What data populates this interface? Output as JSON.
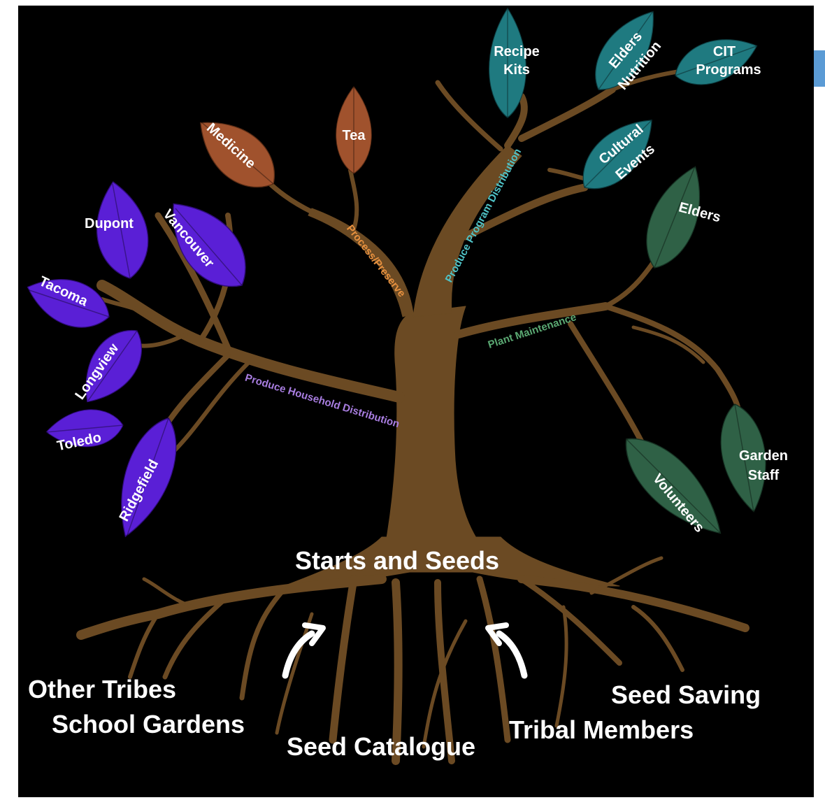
{
  "colors": {
    "background": "#000000",
    "trunk": "#6b4a23",
    "purple_leaf": "#5a1fd6",
    "brown_leaf": "#a0522d",
    "teal_leaf": "#1f7a80",
    "green_leaf": "#2f6146",
    "purple_text": "#a87de0",
    "orange_text": "#e8913f",
    "teal_text": "#4fc3c7",
    "green_text": "#5aa872",
    "accent_tab": "#5b9bd5"
  },
  "trunk_label": "Starts and Seeds",
  "branches": {
    "household": "Produce Household Distribution",
    "process": "Process/Preserve",
    "program": "Produce Program Distribution",
    "maintenance": "Plant Maintenance"
  },
  "leaves": {
    "dupont": "Dupont",
    "vancouver": "Vancouver",
    "tacoma": "Tacoma",
    "longview": "Longview",
    "toledo": "Toledo",
    "ridgefield": "Ridgefield",
    "medicine": "Medicine",
    "tea": "Tea",
    "recipe_kits": [
      "Recipe",
      "Kits"
    ],
    "elders_nutrition": [
      "Elders",
      "Nutrition"
    ],
    "cit_programs": [
      "CIT",
      "Programs"
    ],
    "cultural_events": [
      "Cultural",
      "Events"
    ],
    "elders": "Elders",
    "garden_staff": [
      "Garden",
      "Staff"
    ],
    "volunteers": "Volunteers"
  },
  "roots": {
    "other_tribes": "Other Tribes",
    "school_gardens": "School Gardens",
    "seed_catalogue": "Seed Catalogue",
    "seed_saving": "Seed Saving",
    "tribal_members": "Tribal Members"
  },
  "icons": {
    "left_arrow": "curved-up-arrow-icon",
    "right_arrow": "curved-up-arrow-icon"
  }
}
